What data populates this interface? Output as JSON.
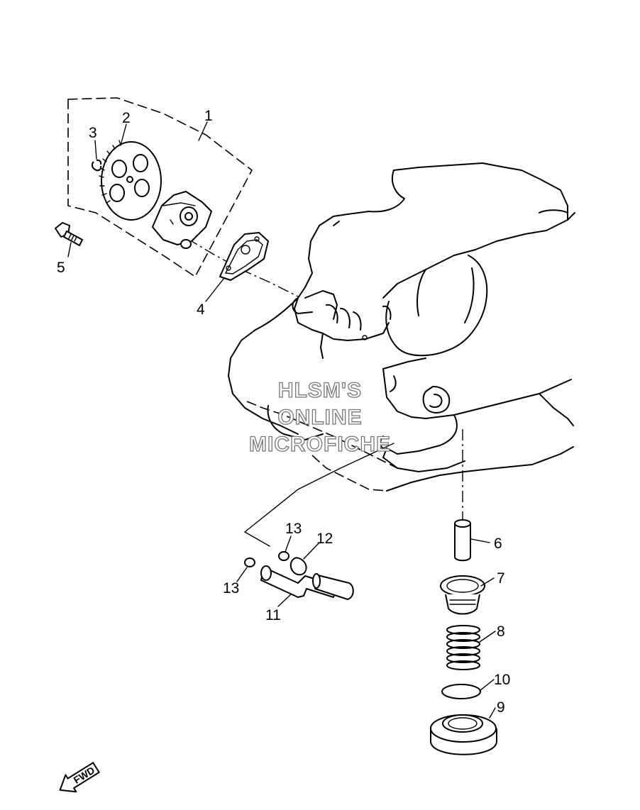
{
  "watermark": {
    "line1": "HLSM'S",
    "line2": "ONLINE",
    "line3": "MICROFICHE"
  },
  "direction_marker": "FWD",
  "callouts": {
    "c1": "1",
    "c2": "2",
    "c3": "3",
    "c4": "4",
    "c5": "5",
    "c6": "6",
    "c7": "7",
    "c8": "8",
    "c9": "9",
    "c10": "10",
    "c11": "11",
    "c12": "12",
    "c13a": "13",
    "c13b": "13"
  }
}
